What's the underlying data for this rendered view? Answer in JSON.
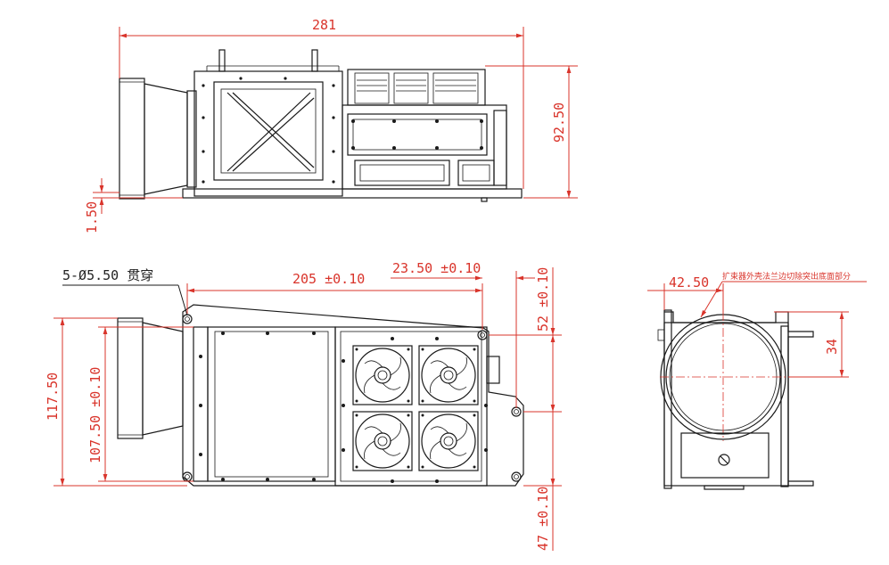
{
  "top_view": {
    "overall_length": "281",
    "height": "92.50",
    "lens_offset": "1.50"
  },
  "plan_view": {
    "hole_note": "5-Ø5.50 贯穿",
    "hole_spacing": "205 ±0.10",
    "flange_offset": "23.50 ±0.10",
    "total_width": "117.50",
    "inner_width": "107.50 ±0.10",
    "upper_offset": "52 ±0.10",
    "lower_offset": "47 ±0.10"
  },
  "end_view": {
    "offset": "42.50",
    "note": "扩束器外壳法兰边切除突出底面部分",
    "center_height": "34"
  },
  "colors": {
    "dimension": "#d9342b",
    "outline": "#1a1a1a"
  }
}
